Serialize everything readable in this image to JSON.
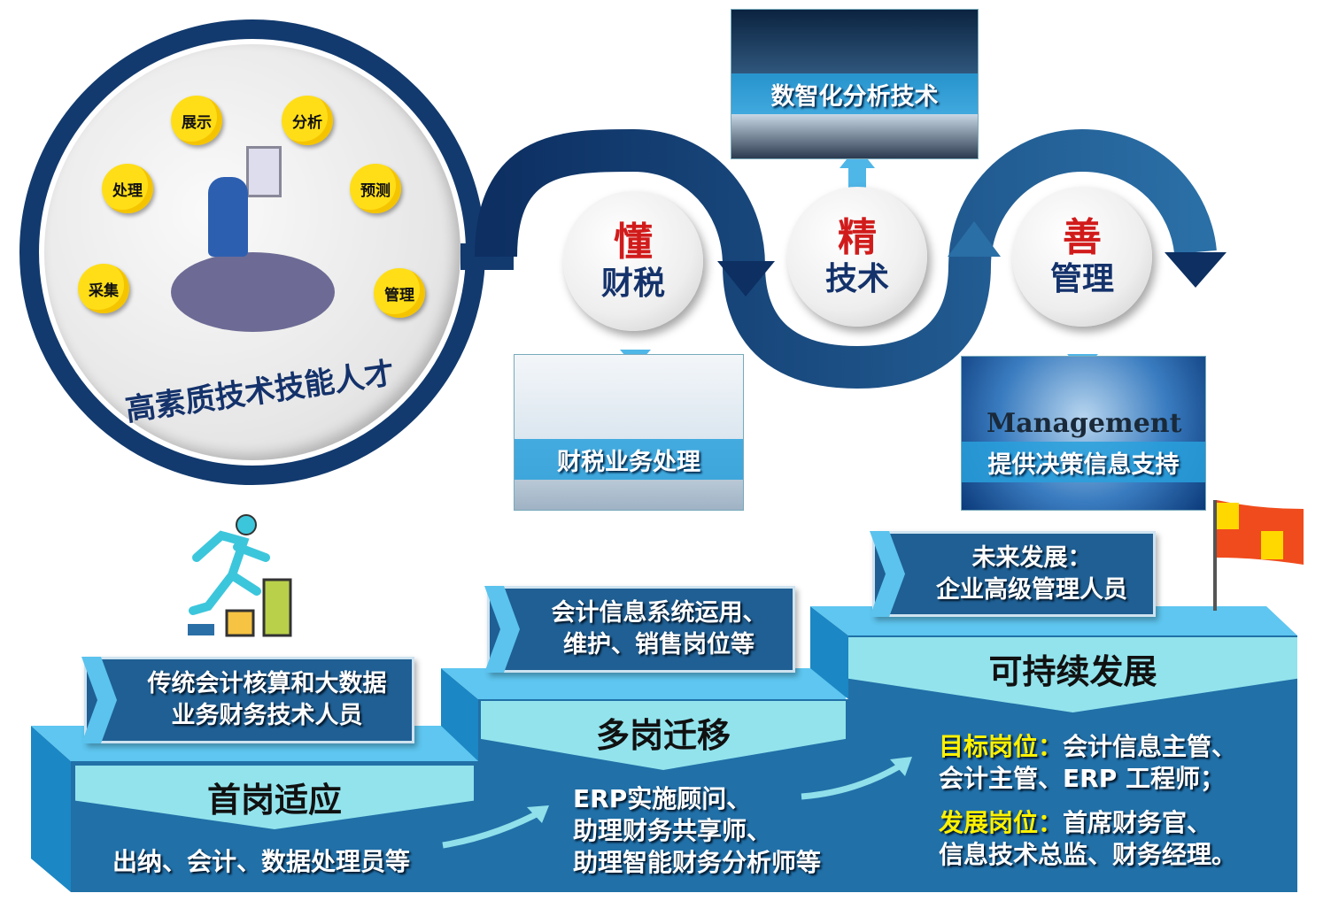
{
  "talent_circle": {
    "bubbles": [
      "展示",
      "分析",
      "处理",
      "预测",
      "采集",
      "管理"
    ],
    "title": "高素质技术技能人才"
  },
  "nodes": [
    {
      "big": "懂",
      "small": "财税"
    },
    {
      "big": "精",
      "small": "技术"
    },
    {
      "big": "善",
      "small": "管理"
    }
  ],
  "photos": {
    "analysis": "数智化分析技术",
    "finance": "财税业务处理",
    "management": "提供决策信息支持",
    "management_word": "Management"
  },
  "steps": [
    {
      "role": "传统会计核算和大数据\n业务财务技术人员",
      "stage": "首岗适应",
      "jobs": "出纳、会计、数据处理员等"
    },
    {
      "role": "会计信息系统运用、\n维护、销售岗位等",
      "stage": "多岗迁移",
      "jobs": [
        "ERP实施顾问、",
        "助理财务共享师、",
        "助理智能财务分析师等"
      ]
    },
    {
      "role": "未来发展：\n企业高级管理人员",
      "stage": "可持续发展",
      "target_label": "目标岗位：",
      "target_l1": "会计信息主管、",
      "target_l2": "会计主管、ERP 工程师；",
      "dev_label": "发展岗位：",
      "dev_l1": "首席财务官、",
      "dev_l2": "信息技术总监、财务经理。"
    }
  ],
  "colors": {
    "dark_blue": "#14326b",
    "step_blue": "#2170a8",
    "cyan": "#92e3ec",
    "accent_red": "#d11b1b",
    "bubble_yellow": "#ffde17"
  }
}
